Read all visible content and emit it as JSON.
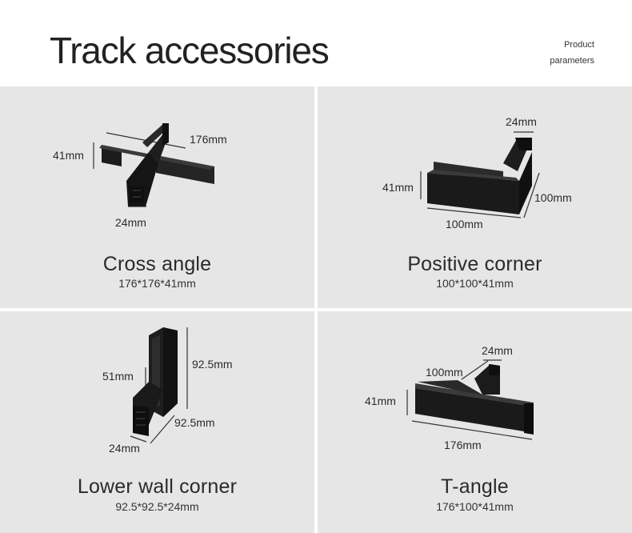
{
  "header": {
    "title": "Track accessories",
    "params_line1": "Product",
    "params_line2": "parameters"
  },
  "items": [
    {
      "name": "Cross angle",
      "size": "176*176*41mm",
      "dims": [
        "41mm",
        "176mm",
        "24mm"
      ]
    },
    {
      "name": "Positive corner",
      "size": "100*100*41mm",
      "dims": [
        "24mm",
        "41mm",
        "100mm",
        "100mm"
      ]
    },
    {
      "name": "Lower wall corner",
      "size": "92.5*92.5*24mm",
      "dims": [
        "51mm",
        "92.5mm",
        "92.5mm",
        "24mm"
      ]
    },
    {
      "name": "T-angle",
      "size": "176*100*41mm",
      "dims": [
        "24mm",
        "100mm",
        "41mm",
        "176mm"
      ]
    }
  ]
}
